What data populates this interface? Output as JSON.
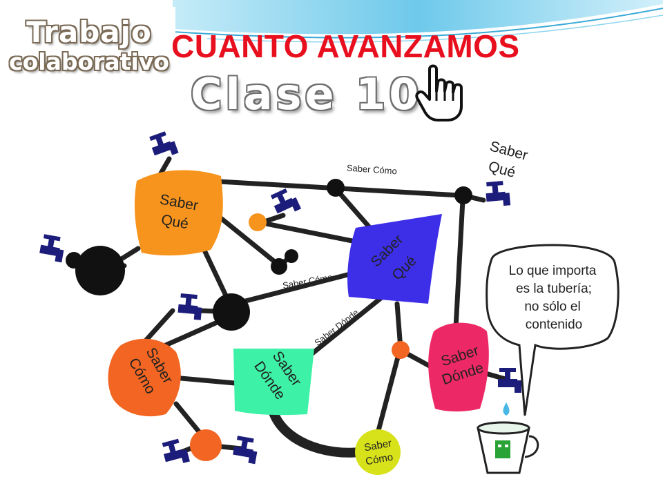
{
  "logo": {
    "line1": "Trabajo",
    "line2": "colaborativo"
  },
  "title": "CUANTO AVANZAMOS",
  "subtitle": "Clase 10",
  "icons": {
    "hand": "hand-pointer-icon",
    "faucet": "faucet-icon",
    "cup": "cup-icon"
  },
  "colors": {
    "title": "#e8101f",
    "orange": "#f7941d",
    "blue": "#3d2ee8",
    "green": "#3df2a6",
    "pink": "#ec2966",
    "yellow": "#d7e21a",
    "pipe": "#222222",
    "faucet": "#1c1c7a"
  },
  "diagram": {
    "nodes": {
      "saber_que_orange": {
        "line1": "Saber",
        "line2": "Qué"
      },
      "saber_que_blue": {
        "line1": "Saber",
        "line2": "Qué"
      },
      "saber_como_orange": {
        "line1": "Saber",
        "line2": "Cómo"
      },
      "saber_donde_green": {
        "line1": "Saber",
        "line2": "Dónde"
      },
      "saber_donde_pink": {
        "line1": "Saber",
        "line2": "Dónde"
      },
      "saber_como_yellow": {
        "line1": "Saber",
        "line2": "Cómo"
      },
      "saber_que_corner": {
        "line1": "Saber",
        "line2": "Qué"
      }
    },
    "pipe_labels": {
      "top": "Saber Cómo",
      "middle": "Saber Cómo",
      "diagonal": "Saber Dónde"
    },
    "speech_bubble": {
      "line1": "Lo que importa",
      "line2": "es la tubería;",
      "line3": "no sólo el",
      "line4": "contenido"
    }
  }
}
